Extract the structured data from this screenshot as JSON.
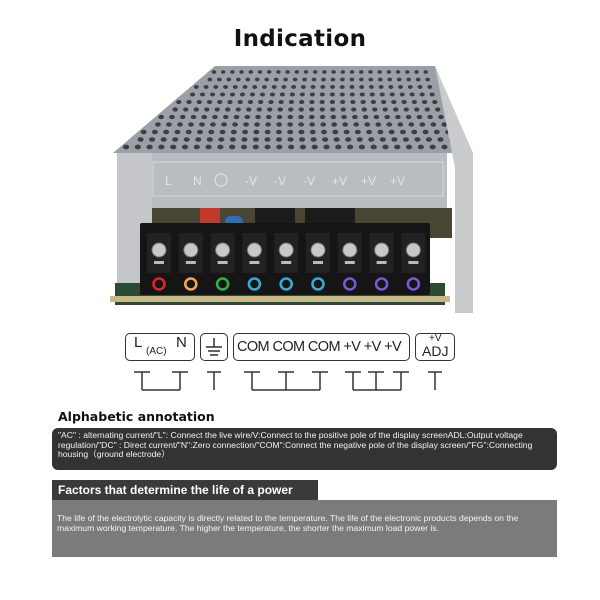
{
  "title": "Indication",
  "photo": {
    "cover_labels": [
      "L",
      "N",
      "-V",
      "-V",
      "-V",
      "+V",
      "+V",
      "+V"
    ],
    "terminal_ring_colors": [
      "#e0262b",
      "#f2a65a",
      "#2fb24a",
      "#3aa8d8",
      "#3aa8d8",
      "#3aa8d8",
      "#7a55d6",
      "#7a55d6",
      "#7a55d6"
    ]
  },
  "terminal_labels": {
    "l": "L",
    "ac": "(AC)",
    "n": "N",
    "ground_icon": "ground-icon",
    "com_v": "COM COM COM +V +V +V",
    "adj_top": "+V",
    "adj_bottom": "ADJ"
  },
  "annotation": {
    "heading": "Alphabetic annotation",
    "text": "\"AC\" : alternating current/\"L\": Connect the live wire/V:Connect to the positive pole of the display screenADL:Output voltage regulation/\"DC\" : Direct current/\"N\":Zero connection/\"COM\":Connect the negative pole of the display screen/\"FG\":Connecting housing（ground electrode）"
  },
  "life": {
    "heading": "Factors that determine the life of a power",
    "text": "The life of the electrolytic capacity is directly related to the temperature. The life of the electronic products depends on the maximum working temperature. The higher the temperature, the shorter the maximum load power is."
  }
}
